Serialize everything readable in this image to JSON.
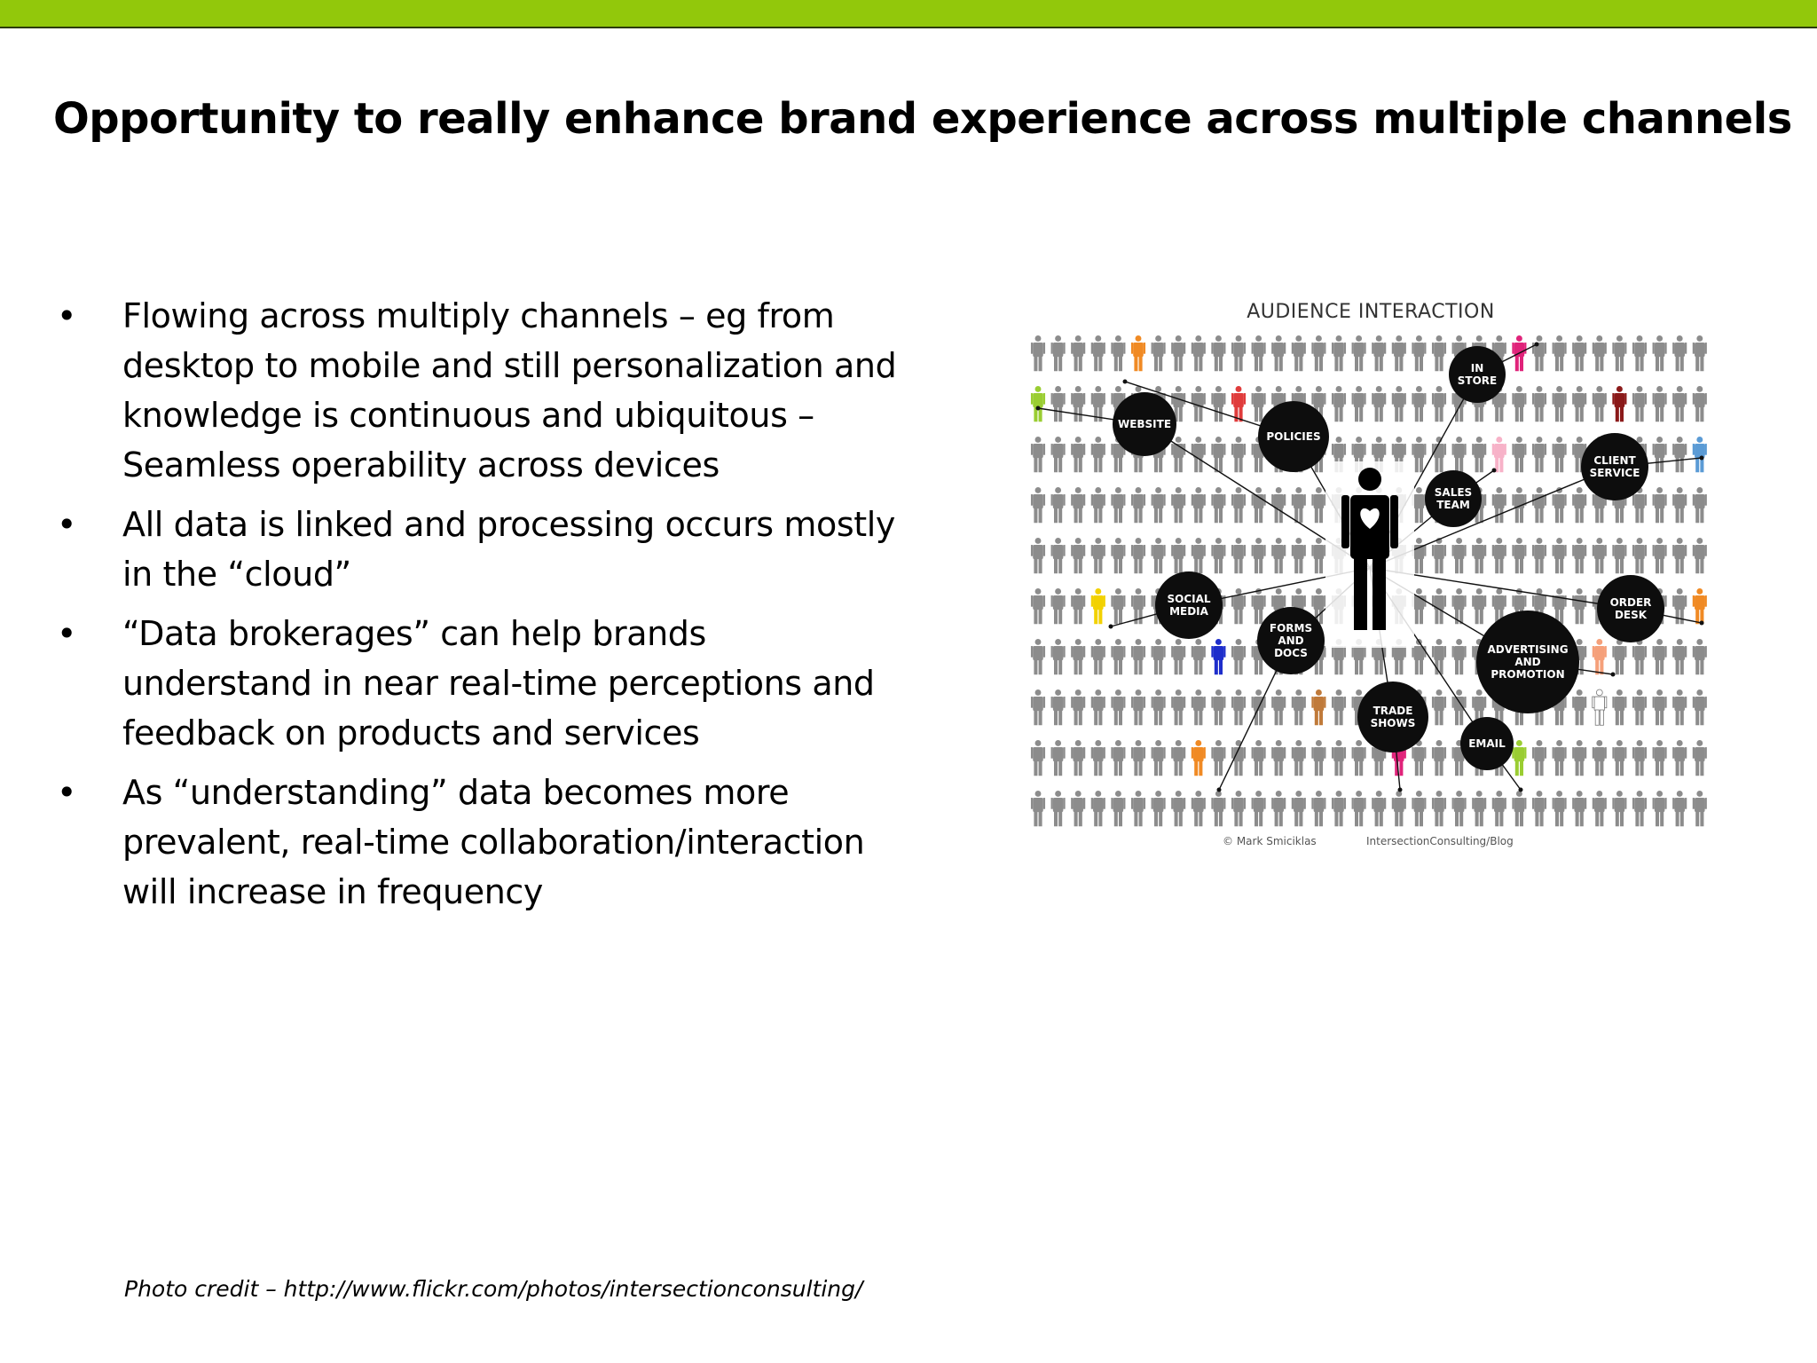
{
  "slide": {
    "title": "Opportunity to really enhance brand experience across multiple channels",
    "bullet_glyph": "•",
    "bullets": [
      "Flowing across multiply channels – eg from desktop to mobile and still personalization and knowledge is continuous and ubiquitous – Seamless operability across devices",
      "All data is linked and processing occurs mostly in the “cloud”",
      "“Data brokerages” can help brands understand in near real-time perceptions and feedback on products and services",
      "As “understanding” data becomes more prevalent, real-time collaboration/interaction will increase in frequency"
    ],
    "photo_credit": "Photo credit – http://www.flickr.com/photos/intersectionconsulting/"
  },
  "figure": {
    "title": "AUDIENCE INTERACTION",
    "credit_left": "© Mark Smiciklas",
    "credit_right": "IntersectionConsulting/Blog",
    "center_icon": "person-with-heart-icon",
    "channels": [
      {
        "id": "website",
        "lines": [
          "WEBSITE"
        ]
      },
      {
        "id": "policies",
        "lines": [
          "POLICIES"
        ]
      },
      {
        "id": "in-store",
        "lines": [
          "IN",
          "STORE"
        ]
      },
      {
        "id": "sales-team",
        "lines": [
          "SALES",
          "TEAM"
        ]
      },
      {
        "id": "client-service",
        "lines": [
          "CLIENT",
          "SERVICE"
        ]
      },
      {
        "id": "social-media",
        "lines": [
          "SOCIAL",
          "MEDIA"
        ]
      },
      {
        "id": "forms-and-docs",
        "lines": [
          "FORMS",
          "AND",
          "DOCS"
        ]
      },
      {
        "id": "order-desk",
        "lines": [
          "ORDER",
          "DESK"
        ]
      },
      {
        "id": "advertising-and-promotion",
        "lines": [
          "ADVERTISING",
          "AND",
          "PROMOTION"
        ]
      },
      {
        "id": "trade-shows",
        "lines": [
          "TRADE",
          "SHOWS"
        ]
      },
      {
        "id": "email",
        "lines": [
          "EMAIL"
        ]
      }
    ],
    "colors": {
      "figure": "#8c8c8c",
      "node": "#0d0d0d",
      "accents": [
        "#9acd32",
        "#f08a24",
        "#e03c3c",
        "#e0237a",
        "#8b1a1a",
        "#f7b2c8",
        "#5b9bd5",
        "#f2d100",
        "#1e2ecb",
        "#c07a3a",
        "#f5a07a",
        "#ffffff"
      ]
    }
  }
}
